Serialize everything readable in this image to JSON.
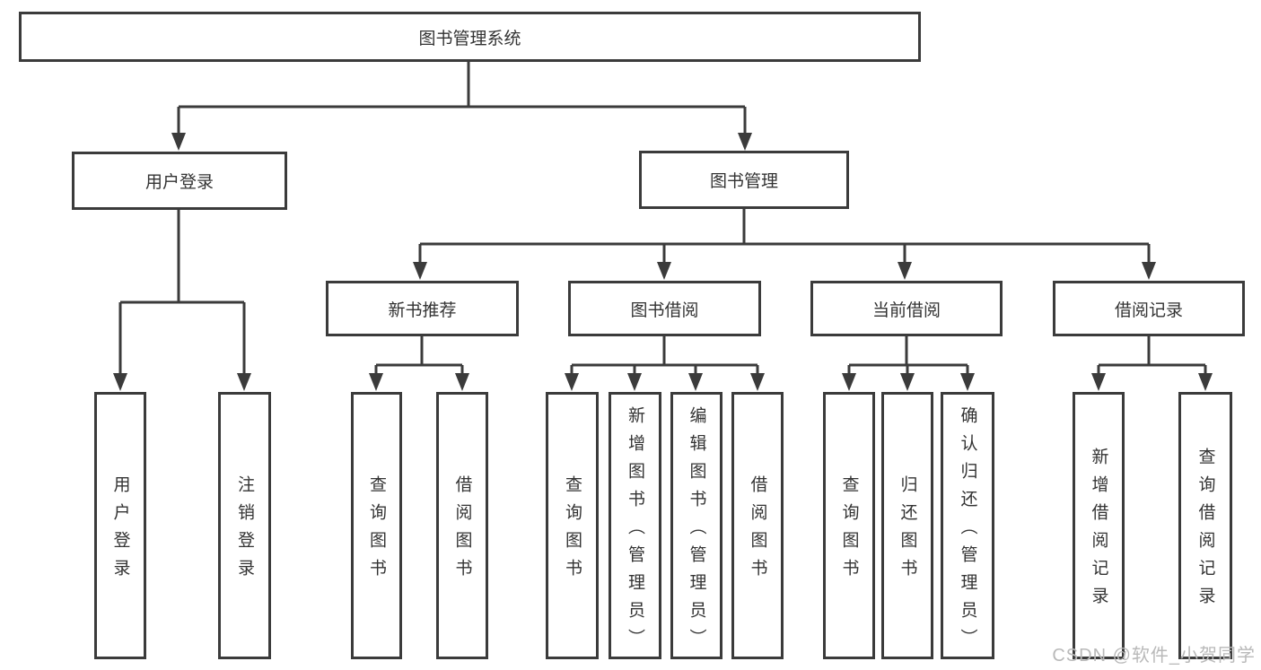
{
  "diagram": {
    "type": "hierarchy-tree",
    "colors": {
      "line": "#3b3b3b",
      "border": "#3b3b3b",
      "text": "#333333",
      "background": "#ffffff",
      "watermark": "#b9b9b9"
    },
    "tree": {
      "root": "图书管理系统",
      "login": {
        "label": "用户登录",
        "children": [
          "用户登录",
          "注销登录"
        ]
      },
      "management": {
        "label": "图书管理",
        "sections": [
          {
            "label": "新书推荐",
            "children": [
              "查询图书",
              "借阅图书"
            ]
          },
          {
            "label": "图书借阅",
            "children": [
              "查询图书",
              "新增图书（管理员）",
              "编辑图书（管理员）",
              "借阅图书"
            ]
          },
          {
            "label": "当前借阅",
            "children": [
              "查询图书",
              "归还图书",
              "确认归还（管理员）"
            ]
          },
          {
            "label": "借阅记录",
            "children": [
              "新增借阅记录",
              "查询借阅记录"
            ]
          }
        ]
      }
    },
    "watermark": "CSDN @软件_小贺同学"
  }
}
